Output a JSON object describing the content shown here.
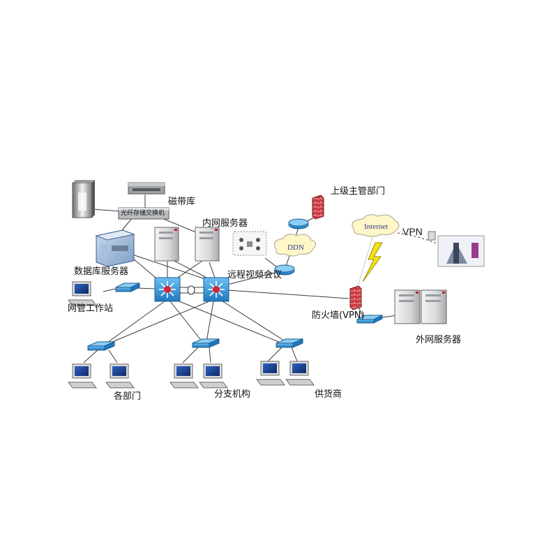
{
  "labels": {
    "tape_library": "磁带库",
    "san_switch": "光纤存储交换机",
    "intranet_servers": "内网服务器",
    "upper_dept": "上级主管部门",
    "database_server": "数据库服务器",
    "video_conf": "远程视频会议",
    "nms_workstation": "网管工作站",
    "firewall_vpn": "防火墙(VPN)",
    "extranet_servers": "外网服务器",
    "departments": "各部门",
    "branches": "分支机构",
    "suppliers": "供货商",
    "internet": "Internet",
    "ddn": "DDN",
    "vpn": "VPN"
  },
  "colors": {
    "line": "#3a3a3a",
    "switch_blue": "#2f8fd6",
    "router_blue": "#5aa8d8",
    "firewall_red": "#c8343a",
    "bolt_yellow": "#f2e21a",
    "cloud_fill": "#fff7c8",
    "server_gray": "#d9dadc",
    "monitor_screen": "#1c3f88"
  },
  "icons": [
    "storage-tower-icon",
    "tape-library-icon",
    "db-server-icon",
    "server-icon",
    "core-switch-icon",
    "workgroup-switch-icon",
    "router-icon",
    "firewall-icon",
    "workstation-icon",
    "cloud-icon",
    "lightning-icon",
    "remote-user-icon"
  ]
}
